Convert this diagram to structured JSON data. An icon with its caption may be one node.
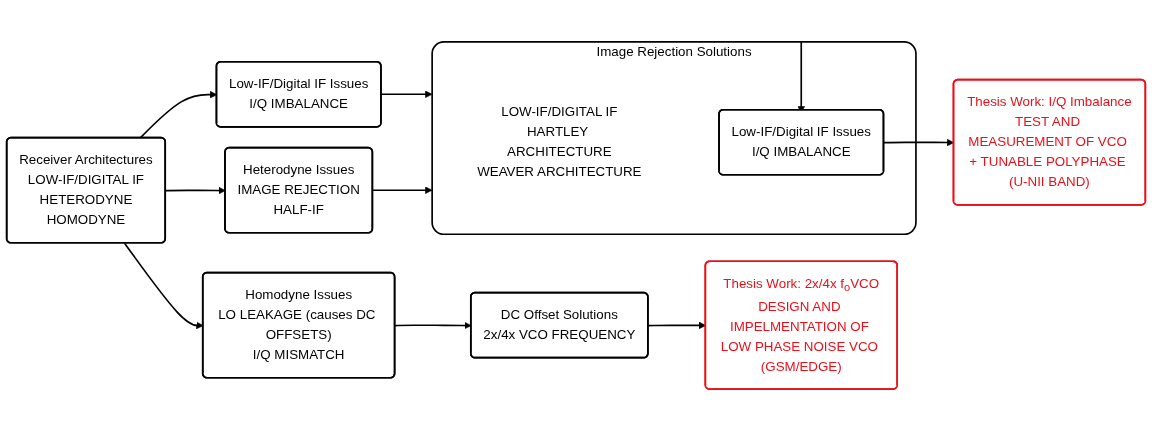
{
  "diagram": {
    "nodes": [
      {
        "text": [
          "Receiver Architectures",
          "LOW-IF/DIGITAL IF",
          "HETERODYNE",
          "HOMODYNE"
        ]
      },
      {
        "text": [
          "Low-IF/Digital IF Issues",
          "I/Q IMBALANCE"
        ]
      },
      {
        "text": [
          "Heterodyne Issues",
          "IMAGE REJECTION",
          "HALF-IF"
        ]
      },
      {
        "text": [
          "Homodyne Issues",
          "LO LEAKAGE (causes DC OFFSETS)",
          "I/Q MISMATCH"
        ]
      },
      {
        "text": [
          "Image Rejection Solutions",
          "LOW-IF/DIGITAL IF",
          "HARTLEY ARCHITECTURE",
          "WEAVER ARCHITECTURE"
        ]
      },
      {
        "text": [
          "Low-IF/Digital IF Issues",
          "I/Q IMBALANCE"
        ],
        "in": 4
      },
      {
        "text": [
          "DC Offset Solutions",
          "2x/4x VCO FREQUENCY"
        ]
      },
      {
        "text": [
          "Thesis Work: I/Q Imbalance",
          "TEST AND MEASUREMENT OF VCO + TUNABLE POLYPHASE (U-NII BAND)"
        ]
      },
      {
        "text": [
          "Thesis Work: 2x/4x f$_{o}$VCO",
          "DESIGN AND IMPELMENTATION OF LOW PHASE NOISE VCO (GSM/EDGE)"
        ]
      }
    ],
    "edges": [
      {
        "from": 0,
        "to": 1,
        "arrow": "to"
      },
      {
        "from": 0,
        "to": 2,
        "arrow": "to"
      },
      {
        "from": 0,
        "to": 3,
        "arrow": "to"
      },
      {
        "from": 1,
        "to": 4,
        "arrow": "to"
      },
      {
        "from": 2,
        "to": 4,
        "arrow": "to"
      },
      {
        "from": 4,
        "to": 5,
        "arrow": "to"
      },
      {
        "from": 5,
        "to": 7,
        "arrow": "to"
      },
      {
        "from": 3,
        "to": 6,
        "arrow": "to"
      },
      {
        "from": 6,
        "to": 8,
        "arrow": "to"
      }
    ]
  }
}
